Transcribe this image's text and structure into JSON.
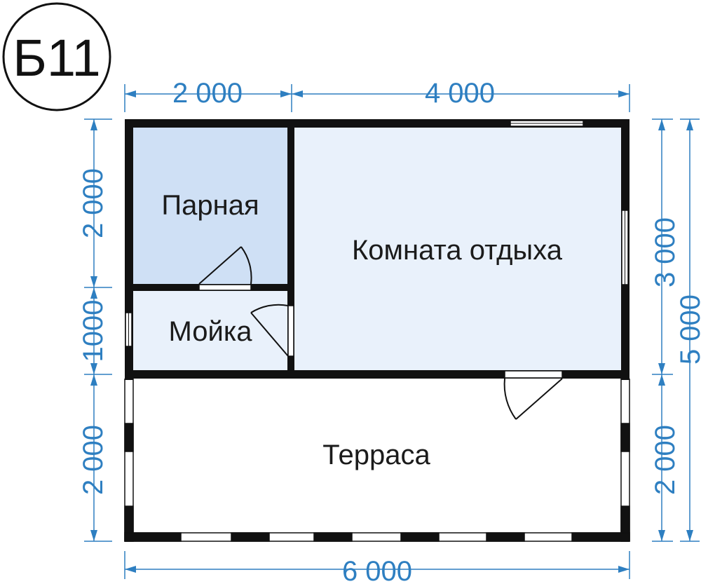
{
  "badge": {
    "label": "Б11"
  },
  "rooms": {
    "steam": {
      "label": "Парная"
    },
    "wash": {
      "label": "Мойка"
    },
    "rest": {
      "label": "Комната отдыха"
    },
    "terrace": {
      "label": "Терраса"
    }
  },
  "dimensions": {
    "top_left": "2 000",
    "top_right": "4 000",
    "bottom": "6 000",
    "left_top": "2 000",
    "left_middle": "1000",
    "left_bottom": "2 000",
    "right_top": "3 000",
    "right_bottom": "2 000",
    "right_total": "5 000"
  },
  "colors": {
    "wall": "#111111",
    "steam_fill": "#cfe0f5",
    "room_fill": "#e9f1fb",
    "dimension": "#2e7fc1"
  }
}
